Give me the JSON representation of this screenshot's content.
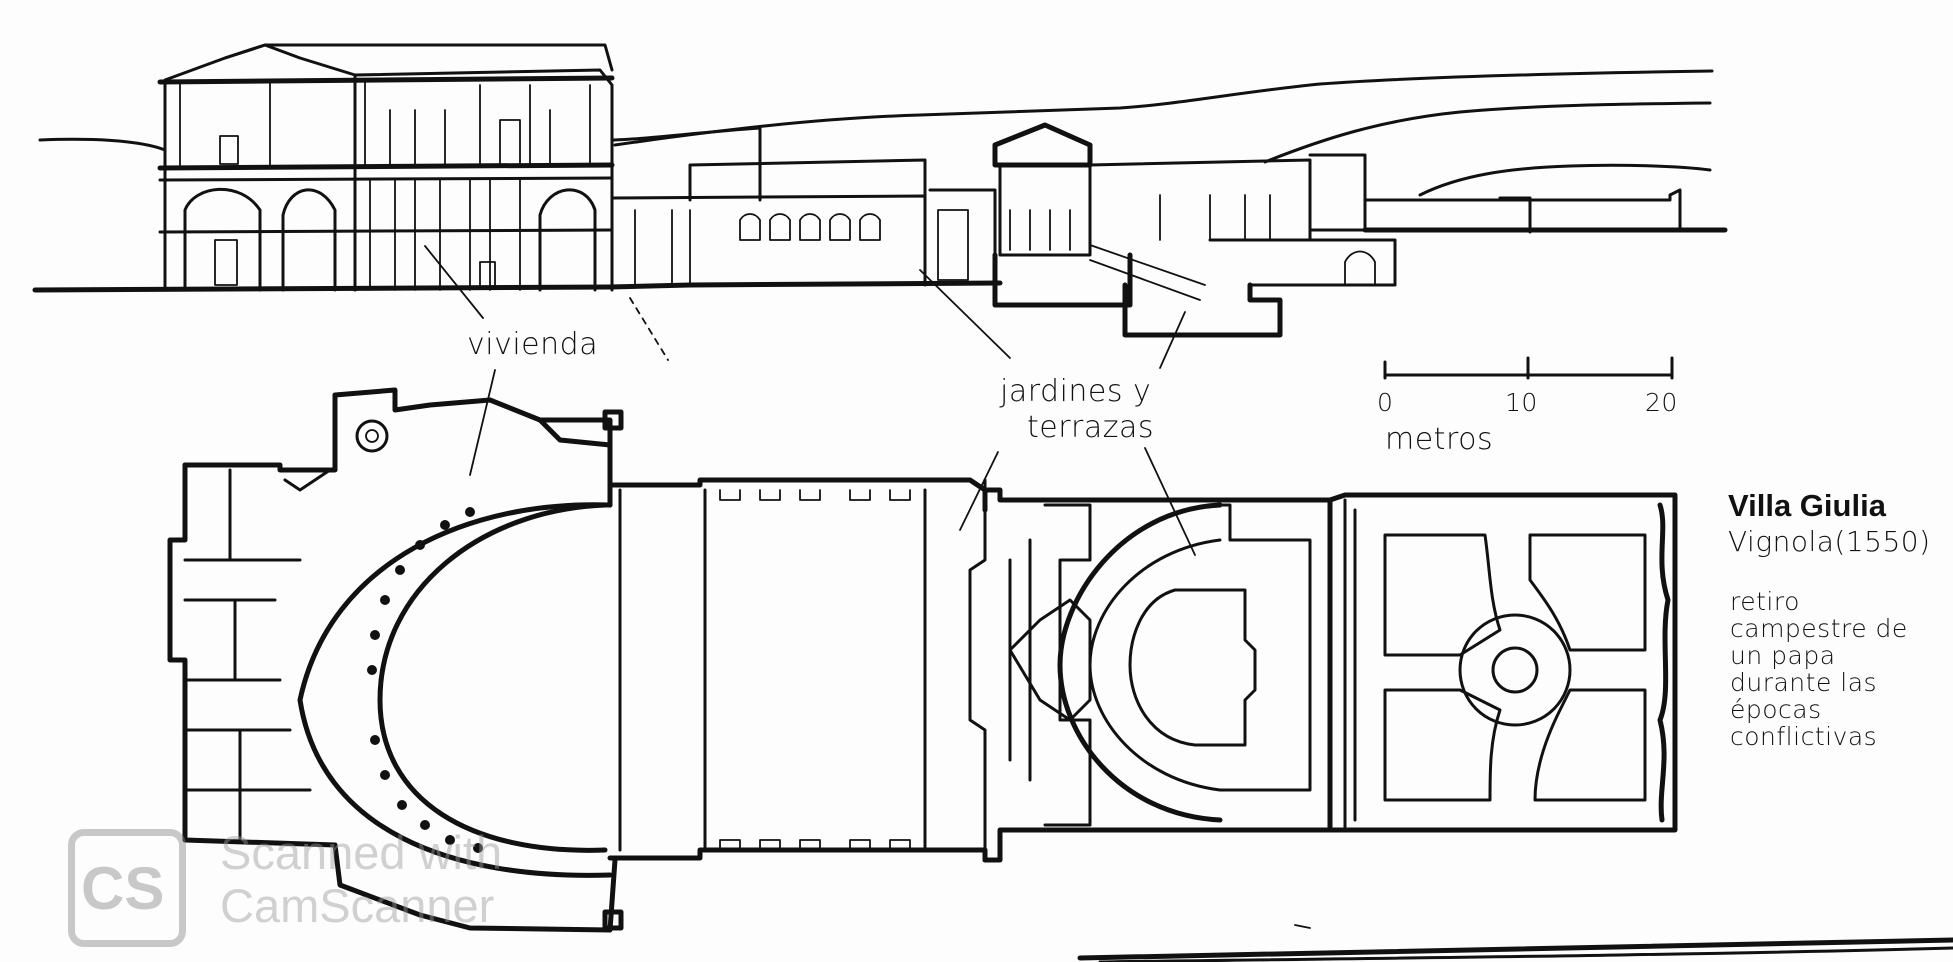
{
  "drawing": {
    "labels": {
      "housing": "vivienda",
      "gardens_line1": "jardines y",
      "gardens_line2": "terrazas"
    },
    "scale": {
      "ticks": [
        "0",
        "10",
        "20"
      ],
      "unit": "metros"
    },
    "title": "Villa Giulia",
    "architect_year": "Vignola(1550)",
    "note": "retiro campestre de un papa durante las épocas conflictivas"
  },
  "watermark": {
    "logo": "CS",
    "line1": "Scanned with",
    "line2": "CamScanner"
  }
}
